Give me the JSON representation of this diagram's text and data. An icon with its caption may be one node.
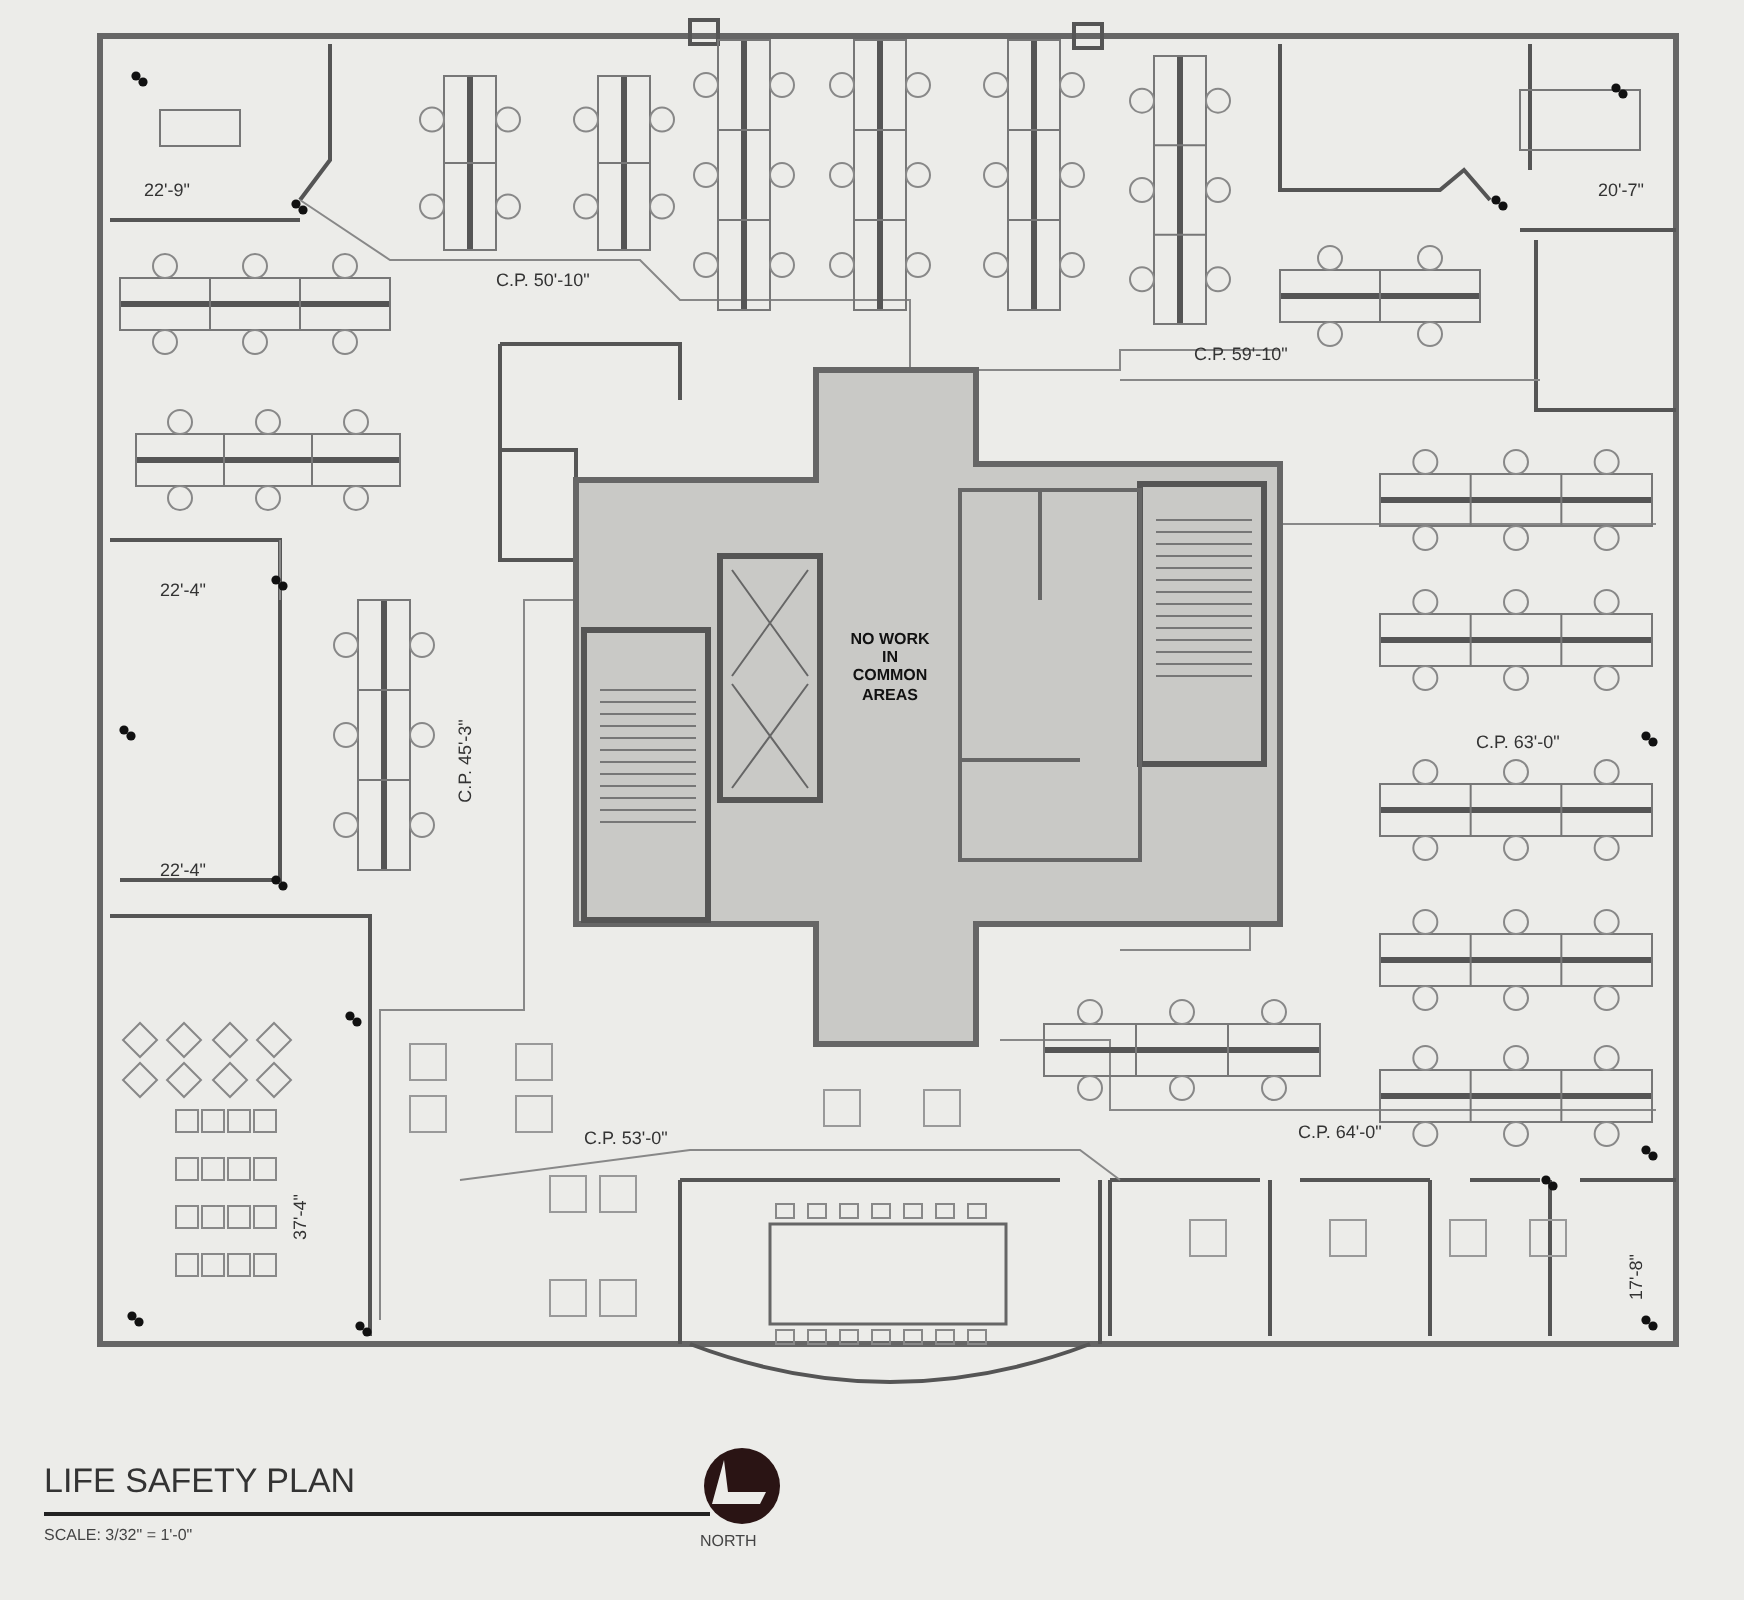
{
  "diagram": {
    "title": "LIFE SAFETY PLAN",
    "labels": [
      "22'-9\"",
      "20'-7\"",
      "C.P. 50'-10\"",
      "C.P. 59'-10\"",
      "22'-4\"",
      "NO WORK IN COMMON AREAS",
      "C.P. 63'-0\"",
      "C.P. 45'-3\"",
      "22'-4\"",
      "37'-4\"",
      "C.P. 53'-0\"",
      "C.P. 64'-0\"",
      "17'-8\"",
      "SCALE: 3/32\" = 1'-0\"",
      "NORTH"
    ]
  }
}
